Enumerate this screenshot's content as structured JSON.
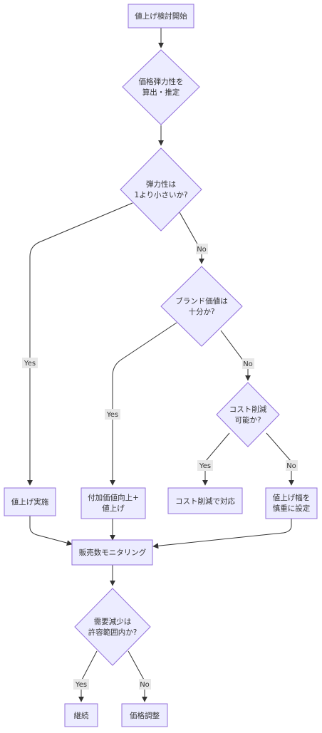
{
  "nodes": {
    "start": "値上げ検討開始",
    "elasticity_calc": [
      "価格弾力性を",
      "算出・推定"
    ],
    "elasticity_check": [
      "弾力性は",
      "1より小さいか?"
    ],
    "brand_check": [
      "ブランド価値は",
      "十分か?"
    ],
    "cost_check": [
      "コスト削減",
      "可能か?"
    ],
    "raise_price": "値上げ実施",
    "add_value": [
      "付加価値向上+",
      "値上げ"
    ],
    "cost_cut": "コスト削減で対応",
    "careful_raise": [
      "値上げ幅を",
      "慎重に設定"
    ],
    "monitor": "販売数モニタリング",
    "demand_check": [
      "需要減少は",
      "許容範囲内か?"
    ],
    "continue": "継続",
    "adjust": "価格調整"
  },
  "labels": {
    "yes": "Yes",
    "no": "No"
  },
  "colors": {
    "node_fill": "#ececff",
    "node_stroke": "#9370db",
    "edge": "#333333",
    "label_bg": "#e8e8e8"
  }
}
